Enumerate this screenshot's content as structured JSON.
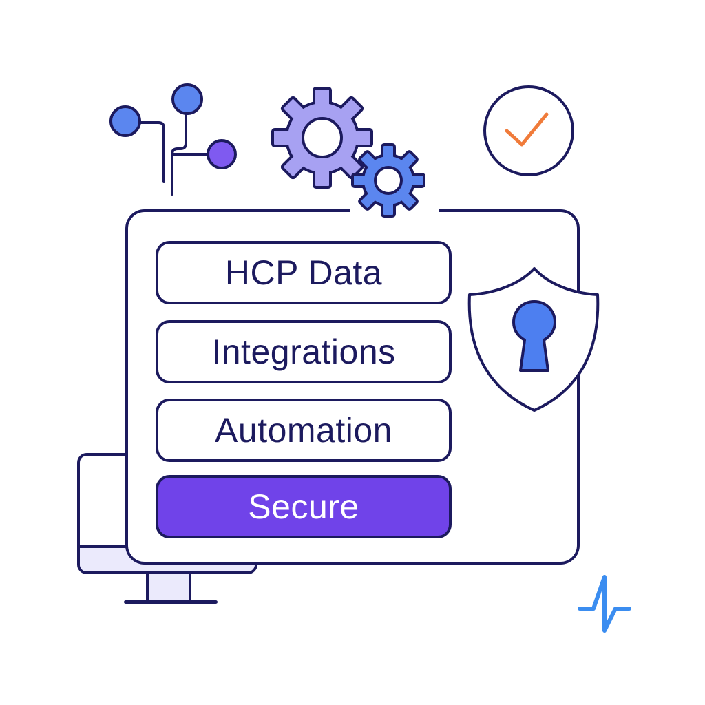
{
  "menu": {
    "items": [
      {
        "label": "HCP Data",
        "active": false
      },
      {
        "label": "Integrations",
        "active": false
      },
      {
        "label": "Automation",
        "active": false
      },
      {
        "label": "Secure",
        "active": true
      }
    ]
  },
  "colors": {
    "outline": "#1c1a5e",
    "accent_purple": "#7043e9",
    "gear_light": "#a7a1f2",
    "node_blue": "#5b86ef",
    "check_orange": "#f07b3a",
    "bolt_blue": "#3b8df0",
    "keyhole_blue": "#4d7ff0"
  },
  "icons": [
    "network-nodes-icon",
    "gear-icon",
    "check-circle-icon",
    "shield-lock-icon",
    "lightning-icon",
    "monitor-icon"
  ]
}
